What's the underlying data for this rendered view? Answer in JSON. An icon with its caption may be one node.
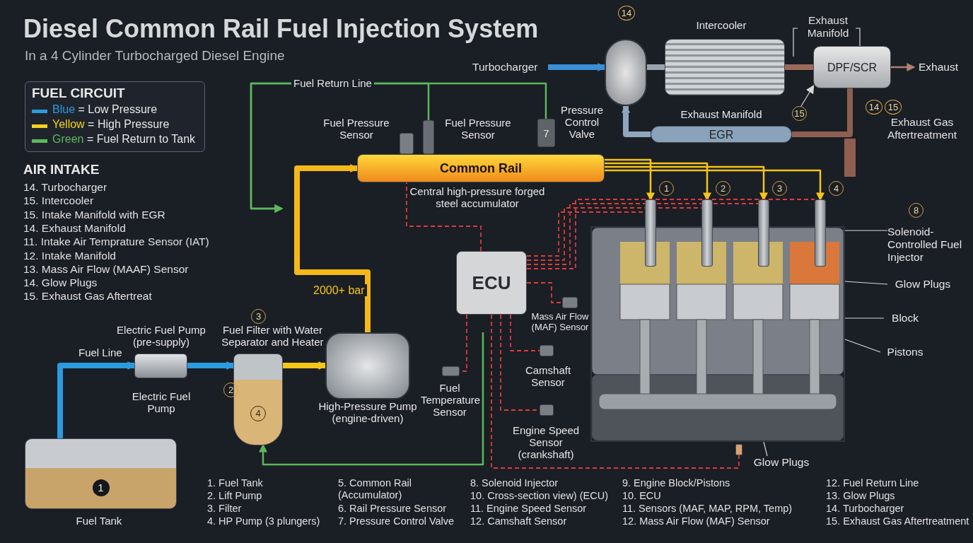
{
  "diagram": {
    "title": "Diesel Common Rail Fuel Injection System",
    "nodes": [
      {
        "text": [
          "1"
        ],
        "beside": [
          "Fuel Tank"
        ]
      },
      {
        "text": [],
        "shape": "box",
        "beside": [
          "Electric Fuel Pump (pre-supply)",
          "Electric Fuel Pump"
        ]
      },
      {
        "text": [
          "4"
        ],
        "beside": [
          "Fuel Filter with Water Separator and Heater"
        ]
      },
      {
        "text": [],
        "shape": "picture",
        "beside": [
          "High-Pressure Pump (engine-driven)"
        ]
      },
      {
        "text": [
          "Common Rail"
        ],
        "beside": [
          "Central high-pressure forged steel accumulator"
        ]
      },
      {
        "text": [],
        "shape": "box",
        "beside": [
          "Fuel Pressure Sensor"
        ]
      },
      {
        "text": [],
        "shape": "box",
        "beside": [
          "Fuel Pressure Sensor"
        ]
      },
      {
        "text": [
          "7"
        ],
        "beside": [
          "Pressure Control Valve"
        ]
      },
      {
        "text": [
          "ECU"
        ]
      },
      {
        "text": [],
        "shape": "box",
        "beside": [
          "Mass Air Flow (MAF) Sensor"
        ]
      },
      {
        "text": [],
        "shape": "box",
        "beside": [
          "Camshaft Sensor"
        ]
      },
      {
        "text": [],
        "shape": "box",
        "beside": [
          "Engine Speed Sensor (crankshaft)"
        ]
      },
      {
        "text": [],
        "shape": "box",
        "beside": [
          "Fuel Temperature Sensor"
        ]
      },
      {
        "text": [],
        "shape": "picture"
      },
      {
        "text": [],
        "shape": "box"
      },
      {
        "text": [],
        "shape": "box"
      },
      {
        "text": [],
        "shape": "box"
      },
      {
        "text": [],
        "shape": "box"
      },
      {
        "text": [],
        "shape": "box"
      },
      {
        "text": [
          "Solenoid-Controlled Fuel Injector"
        ]
      },
      {
        "text": [
          "Glow Plugs"
        ]
      },
      {
        "text": [
          "Block"
        ]
      },
      {
        "text": [
          "Pistons"
        ]
      },
      {
        "text": [
          "Glow Plugs"
        ]
      },
      {
        "text": [],
        "shape": "picture"
      },
      {
        "text": [],
        "shape": "box",
        "beside": [
          "Intercooler"
        ]
      },
      {
        "text": [
          "DPF/SCR"
        ]
      },
      {
        "text": [
          "Exhaust"
        ]
      },
      {
        "text": [
          "EGR"
        ],
        "beside": [
          "Exhaust Manifold"
        ]
      },
      {
        "text": [
          "15"
        ]
      },
      {
        "text": [
          "3"
        ]
      },
      {
        "text": [
          "2"
        ]
      },
      {
        "text": [
          "1"
        ]
      },
      {
        "text": [
          "2"
        ]
      },
      {
        "text": [
          "3"
        ]
      },
      {
        "text": [
          "4"
        ]
      },
      {
        "text": [
          "8"
        ]
      },
      {
        "text": [
          "14"
        ]
      },
      {
        "text": [
          "14"
        ]
      },
      {
        "text": [
          "15"
        ]
      }
    ],
    "edges": [
      {
        "from": 0,
        "to": 1,
        "arrow": "to",
        "label": "Fuel Line",
        "style": "thick",
        "color": "#2b9be0"
      },
      {
        "from": 1,
        "to": 2,
        "arrow": "to",
        "style": "thick",
        "color": "#2b9be0"
      },
      {
        "from": 2,
        "to": 3,
        "arrow": "to",
        "style": "thick",
        "color": "#f5c518"
      },
      {
        "from": 3,
        "to": 4,
        "arrow": "to",
        "label": "2000+ bar",
        "style": "thick",
        "color": "#f5b818"
      },
      {
        "from": 4,
        "to": 14,
        "arrow": "to",
        "color": "#f5c518"
      },
      {
        "from": 4,
        "to": 15,
        "arrow": "to",
        "color": "#f5c518"
      },
      {
        "from": 4,
        "to": 16,
        "arrow": "to",
        "color": "#f5c518"
      },
      {
        "from": 4,
        "to": 17,
        "arrow": "to",
        "color": "#f5c518"
      },
      {
        "from": 7,
        "to": null,
        "arrow": "to",
        "label": "Fuel Return Line",
        "color": "#5cb85c"
      },
      {
        "from": 6,
        "to": null,
        "arrow": "to",
        "color": "#5cb85c"
      },
      {
        "from": null,
        "to": 2,
        "arrow": "to",
        "color": "#5cb85c"
      },
      {
        "from": 8,
        "to": 4,
        "arrow": "none",
        "style": "dashed"
      },
      {
        "from": 8,
        "to": 14,
        "arrow": "none",
        "style": "dashed"
      },
      {
        "from": 8,
        "to": 15,
        "arrow": "none",
        "style": "dashed"
      },
      {
        "from": 8,
        "to": 16,
        "arrow": "none",
        "style": "dashed"
      },
      {
        "from": 8,
        "to": 17,
        "arrow": "none",
        "style": "dashed"
      },
      {
        "from": 8,
        "to": 9,
        "arrow": "none",
        "style": "dashed"
      },
      {
        "from": 8,
        "to": 10,
        "arrow": "none",
        "style": "dashed"
      },
      {
        "from": 8,
        "to": 11,
        "arrow": "none",
        "style": "dashed"
      },
      {
        "from": 8,
        "to": 12,
        "arrow": "none",
        "style": "dashed"
      },
      {
        "from": 8,
        "to": 18,
        "arrow": "none",
        "style": "dashed"
      },
      {
        "from": 19,
        "to": 17,
        "arrow": "none",
        "color": "#d8d8d8"
      },
      {
        "from": 20,
        "to": 13,
        "arrow": "none",
        "color": "#d8d8d8"
      },
      {
        "from": 21,
        "to": 13,
        "arrow": "none",
        "color": "#d8d8d8"
      },
      {
        "from": 22,
        "to": 13,
        "arrow": "none",
        "color": "#d8d8d8"
      },
      {
        "from": 23,
        "to": 13,
        "arrow": "none",
        "color": "#d8d8d8"
      },
      {
        "from": null,
        "to": 24,
        "arrow": "to",
        "style": "thick",
        "color": "#3a8fd6"
      },
      {
        "from": 24,
        "to": 25,
        "arrow": "none",
        "style": "thick",
        "color": "#9aa4ae"
      },
      {
        "from": 25,
        "to": 26,
        "arrow": "none",
        "style": "thick",
        "color": "#9b6a5a"
      },
      {
        "from": 26,
        "to": 27,
        "arrow": "to",
        "color": "#b08070"
      },
      {
        "from": 28,
        "to": 24,
        "arrow": "to",
        "style": "thick",
        "color": "#8fa6bd"
      },
      {
        "from": 29,
        "to": 26,
        "arrow": "to",
        "color": "#d8d8d8"
      },
      {
        "from": 26,
        "to": 28,
        "arrow": "none",
        "style": "thick",
        "color": "#8e5f50"
      }
    ],
    "labels": [
      "In a 4 Cylinder Turbocharged Diesel Engine",
      "FUEL CIRCUIT",
      "AIR INTAKE",
      "14. Turbocharger",
      "15. Intercooler",
      "15. Intake Manifold with EGR",
      "14. Exhaust Manifold",
      "11. Intake Air Temprature Sensor (IAT)",
      "12. Intake Manifold",
      "13. Mass Air Flow (MAAF) Sensor",
      "14. Glow Plugs",
      "15. Exhaust Gas Aftertreat",
      "Turbocharger",
      "Exhaust Manifold",
      "Exhaust Gas Aftertreatment",
      "1. Fuel Tank",
      "2. Lift Pump",
      "3. Filter",
      "4. HP Pump (3 plungers)",
      "5. Common Rail (Accumulator)",
      "6. Rail Pressure Sensor",
      "7. Pressure Control Valve",
      "8. Solenoid Injector",
      "10. Cross-section view) (ECU)",
      "11. Engine Speed Sensor",
      "12. Camshaft Sensor",
      "9. Engine Block/Pistons",
      "10. ECU",
      "11. Sensors (MAF, MAP, RPM, Temp)",
      "12. Mass Air Flow (MAF) Sensor",
      "12. Fuel Return Line",
      "13. Glow Plugs",
      "14. Turbocharger",
      "15. Exhaust Gas Aftertreatment"
    ],
    "legend": [
      {
        "text": "Blue = Low Pressure",
        "color": "#2b9be0"
      },
      {
        "text": "Yellow = High Pressure",
        "color": "#f5d21c"
      },
      {
        "text": "Green = Fuel Return to Tank",
        "color": "#5cb85c"
      }
    ]
  }
}
